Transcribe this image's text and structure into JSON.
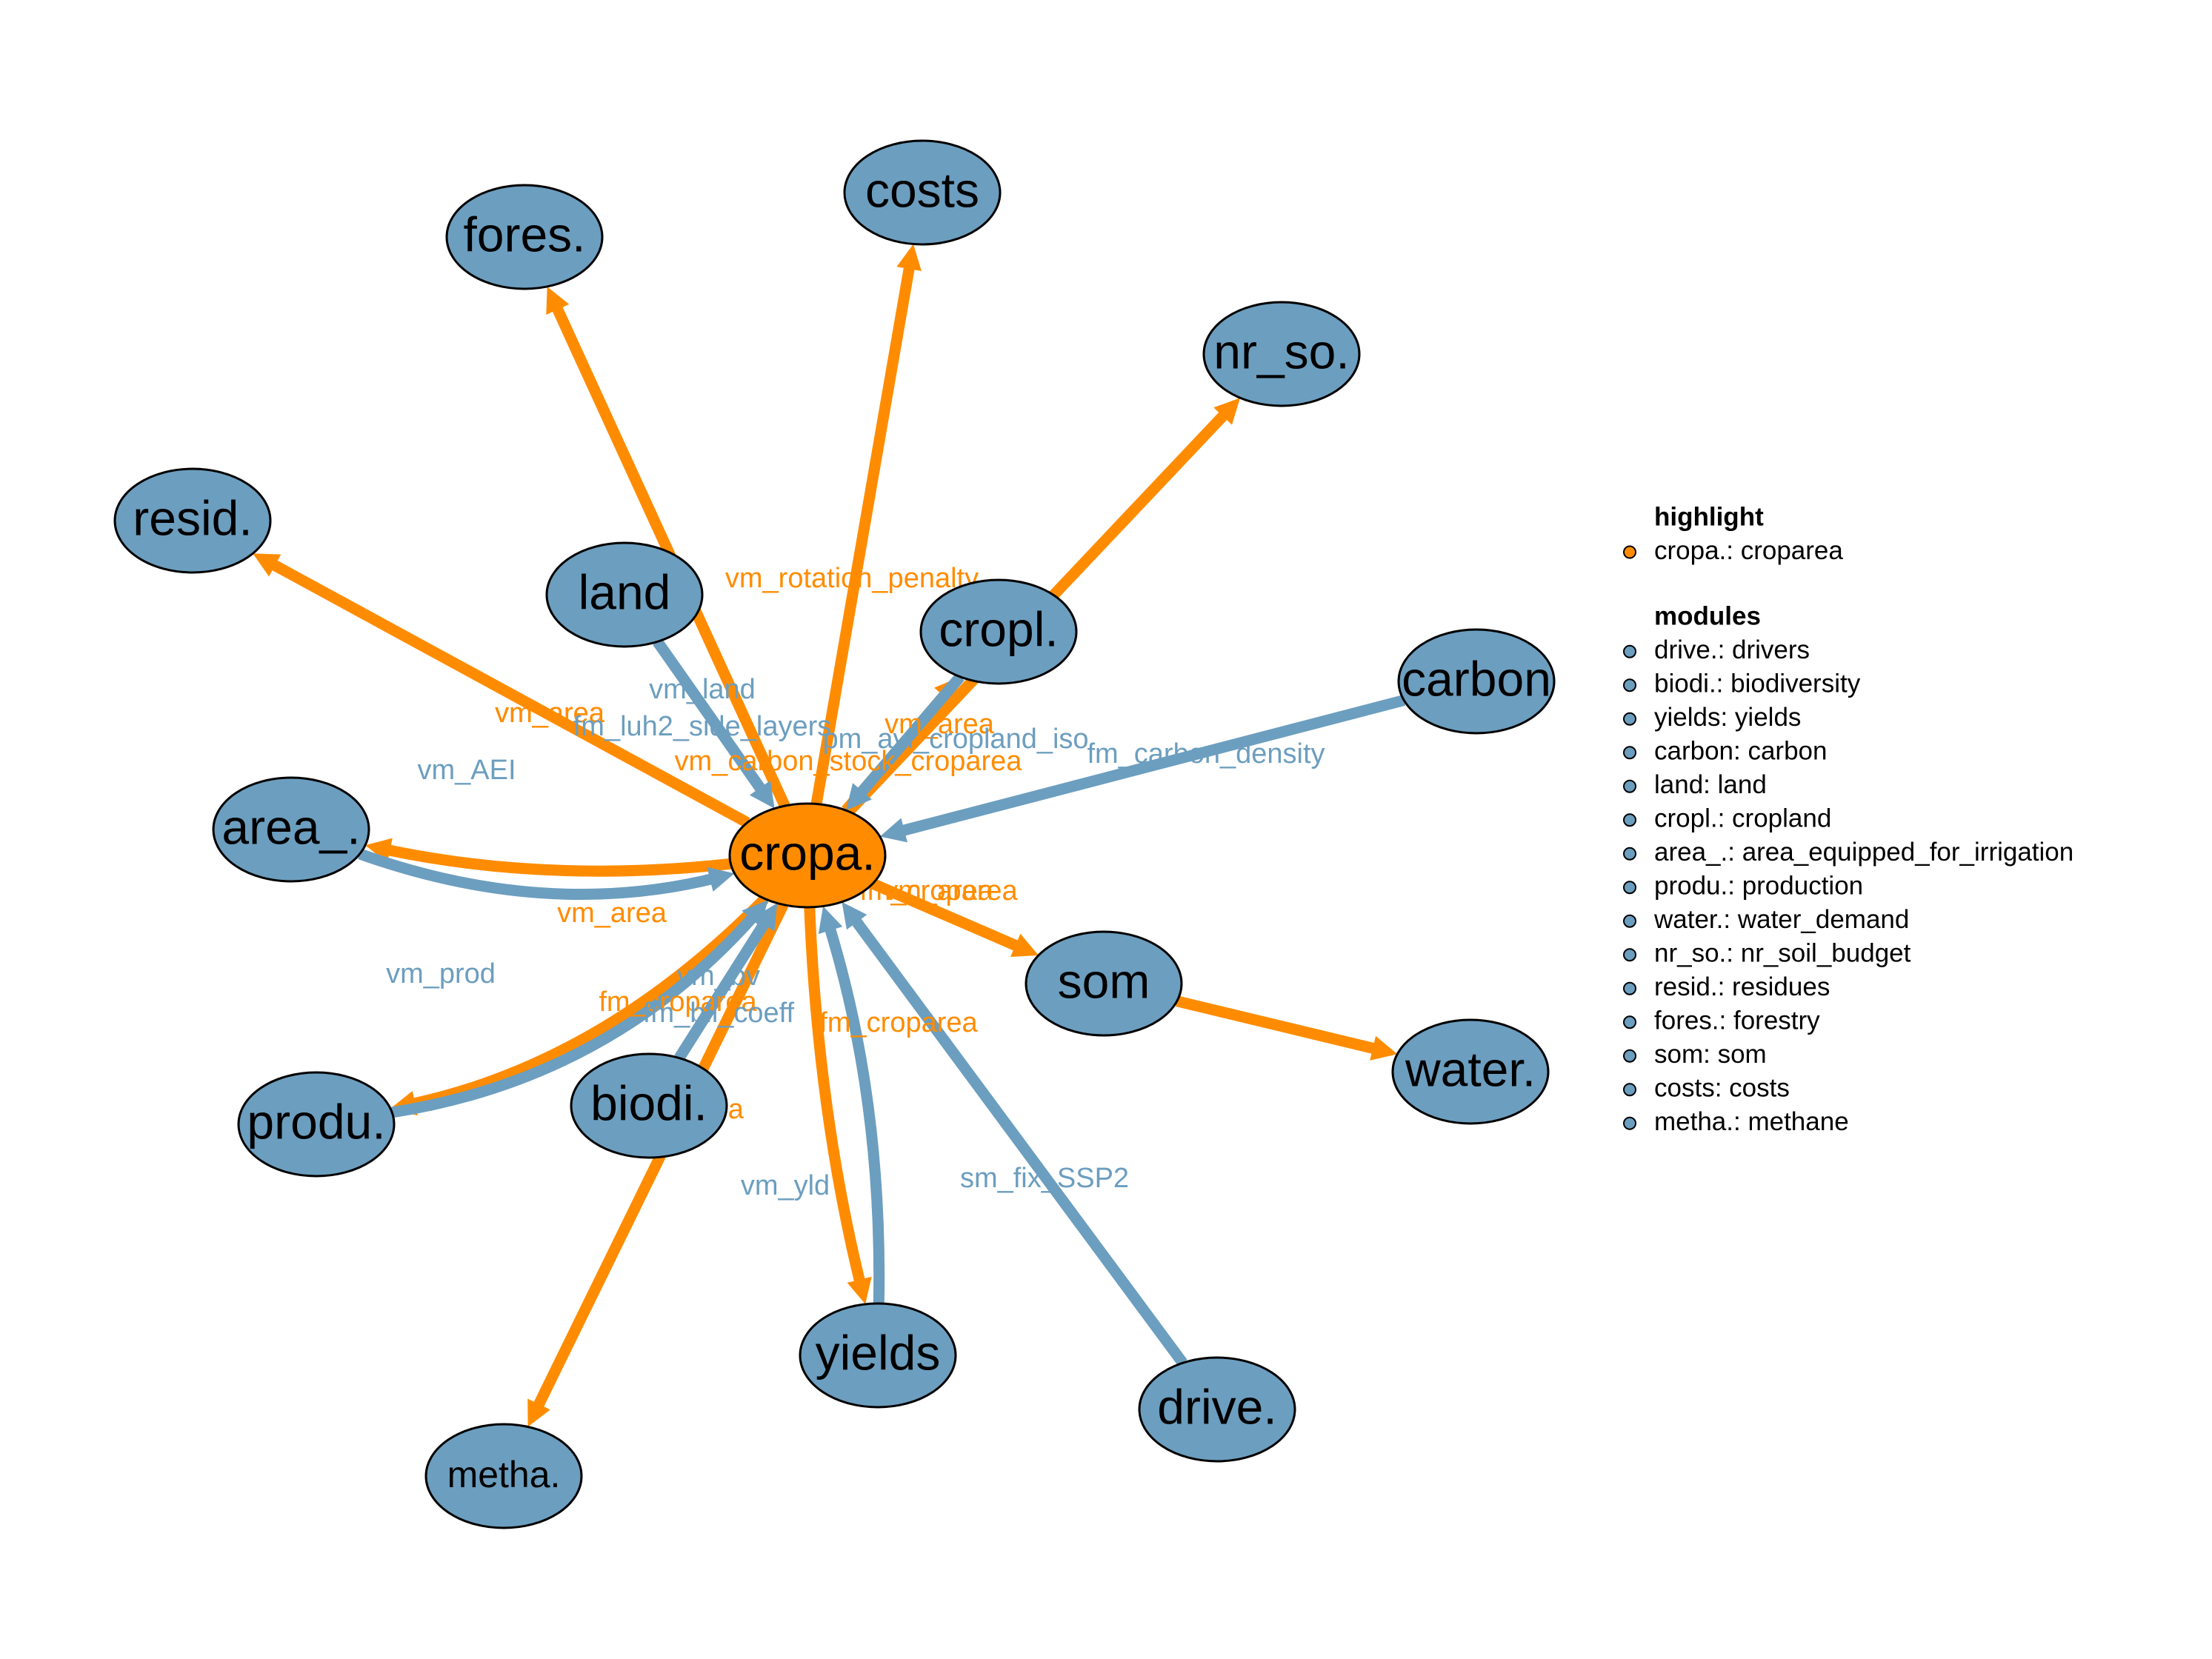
{
  "colors": {
    "highlight": "#ff8c00",
    "module": "#6c9ebf",
    "outline": "#000000"
  },
  "nodes": [
    {
      "id": "cropa",
      "label": "cropa.",
      "group": "highlight"
    },
    {
      "id": "fores",
      "label": "fores.",
      "group": "module"
    },
    {
      "id": "costs",
      "label": "costs",
      "group": "module"
    },
    {
      "id": "nr_so",
      "label": "nr_so.",
      "group": "module"
    },
    {
      "id": "resid",
      "label": "resid.",
      "group": "module"
    },
    {
      "id": "land",
      "label": "land",
      "group": "module"
    },
    {
      "id": "cropl",
      "label": "cropl.",
      "group": "module"
    },
    {
      "id": "carbon",
      "label": "carbon",
      "group": "module"
    },
    {
      "id": "area",
      "label": "area_.",
      "group": "module"
    },
    {
      "id": "som",
      "label": "som",
      "group": "module"
    },
    {
      "id": "water",
      "label": "water.",
      "group": "module"
    },
    {
      "id": "produ",
      "label": "produ.",
      "group": "module"
    },
    {
      "id": "biodi",
      "label": "biodi.",
      "group": "module"
    },
    {
      "id": "yields",
      "label": "yields",
      "group": "module"
    },
    {
      "id": "drive",
      "label": "drive.",
      "group": "module"
    },
    {
      "id": "metha",
      "label": "metha.",
      "group": "module"
    }
  ],
  "edges": [
    {
      "from": "cropa",
      "to": "fores",
      "color": "highlight",
      "label": "vm_area"
    },
    {
      "from": "cropa",
      "to": "costs",
      "color": "highlight",
      "label": "vm_rotation_penalty"
    },
    {
      "from": "cropa",
      "to": "nr_so",
      "color": "highlight",
      "label": "vm_area"
    },
    {
      "from": "cropa",
      "to": "resid",
      "color": "highlight",
      "label": "vm_area"
    },
    {
      "from": "cropa",
      "to": "cropl",
      "color": "highlight",
      "label": "vm_carbon_stock_croparea"
    },
    {
      "from": "cropa",
      "to": "area",
      "color": "highlight",
      "label": "vm_area"
    },
    {
      "from": "cropa",
      "to": "produ",
      "color": "highlight",
      "label": "fm_croparea"
    },
    {
      "from": "cropa",
      "to": "metha",
      "color": "highlight",
      "label": "vm_area"
    },
    {
      "from": "cropa",
      "to": "yields",
      "color": "highlight",
      "label": "fm_croparea"
    },
    {
      "from": "cropa",
      "to": "som",
      "color": "highlight",
      "label": "fm_croparea"
    },
    {
      "from": "som",
      "to": "water",
      "color": "highlight",
      "label": "vm_area"
    },
    {
      "from": "land",
      "to": "cropa",
      "color": "module",
      "label": "vm_land"
    },
    {
      "from": "land",
      "to": "cropa",
      "color": "module",
      "label": "fm_luh2_side_layers"
    },
    {
      "from": "cropl",
      "to": "cropa",
      "color": "module",
      "label": "pm_avl_cropland_iso"
    },
    {
      "from": "carbon",
      "to": "cropa",
      "color": "module",
      "label": "fm_carbon_density"
    },
    {
      "from": "area",
      "to": "cropa",
      "color": "module",
      "label": "vm_AEI"
    },
    {
      "from": "produ",
      "to": "cropa",
      "color": "module",
      "label": "vm_prod"
    },
    {
      "from": "biodi",
      "to": "cropa",
      "color": "module",
      "label": "vm_bv"
    },
    {
      "from": "biodi",
      "to": "cropa",
      "color": "module",
      "label": "fm_bii_coeff"
    },
    {
      "from": "yields",
      "to": "cropa",
      "color": "module",
      "label": "vm_yld"
    },
    {
      "from": "drive",
      "to": "cropa",
      "color": "module",
      "label": "sm_fix_SSP2"
    }
  ],
  "legend": {
    "highlight_title": "highlight",
    "highlight_items": [
      {
        "text": "cropa.: croparea",
        "color": "highlight"
      }
    ],
    "modules_title": "modules",
    "module_items": [
      {
        "text": "drive.: drivers"
      },
      {
        "text": "biodi.: biodiversity"
      },
      {
        "text": "yields: yields"
      },
      {
        "text": "carbon: carbon"
      },
      {
        "text": "land: land"
      },
      {
        "text": "cropl.: cropland"
      },
      {
        "text": "area_.: area_equipped_for_irrigation"
      },
      {
        "text": "produ.: production"
      },
      {
        "text": "water.: water_demand"
      },
      {
        "text": "nr_so.: nr_soil_budget"
      },
      {
        "text": "resid.: residues"
      },
      {
        "text": "fores.: forestry"
      },
      {
        "text": "som: som"
      },
      {
        "text": "costs: costs"
      },
      {
        "text": "metha.: methane"
      }
    ]
  }
}
